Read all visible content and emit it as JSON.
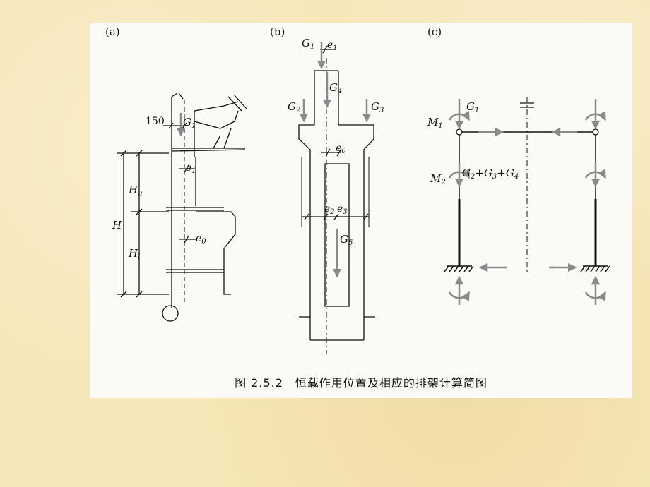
{
  "figure": {
    "caption": "图 2.5.2　恒载作用位置及相应的排架计算简图",
    "panel_a": {
      "tag": "(a)",
      "dim_150": "150",
      "G1": "G",
      "G1_sub": "1",
      "e1": "e",
      "e1_sub": "1",
      "e0": "e",
      "e0_sub": "0",
      "H": "H",
      "Hu": "H",
      "Hu_sub": "u",
      "Hl": "H",
      "Hl_sub": "l"
    },
    "panel_b": {
      "tag": "(b)",
      "G1": "G",
      "G1_sub": "1",
      "e1": "e",
      "e1_sub": "1",
      "G4": "G",
      "G4_sub": "4",
      "G2": "G",
      "G2_sub": "2",
      "G3": "G",
      "G3_sub": "3",
      "e0": "e",
      "e0_sub": "0",
      "e2": "e",
      "e2_sub": "2",
      "e3": "e",
      "e3_sub": "3",
      "G5": "G",
      "G5_sub": "5"
    },
    "panel_c": {
      "tag": "(c)",
      "M1": "M",
      "M1_sub": "1",
      "G1": "G",
      "G1_sub": "1",
      "M2": "M",
      "M2_sub": "2",
      "Gsum_a": "G",
      "Gsum_a_sub": "2",
      "plus1": "+",
      "Gsum_b": "G",
      "Gsum_b_sub": "3",
      "plus2": "+",
      "Gsum_c": "G",
      "Gsum_c_sub": "4"
    },
    "colors": {
      "load_arrow": "#8a8a8a",
      "line": "#111111",
      "panel": "#fbfaf6"
    }
  }
}
